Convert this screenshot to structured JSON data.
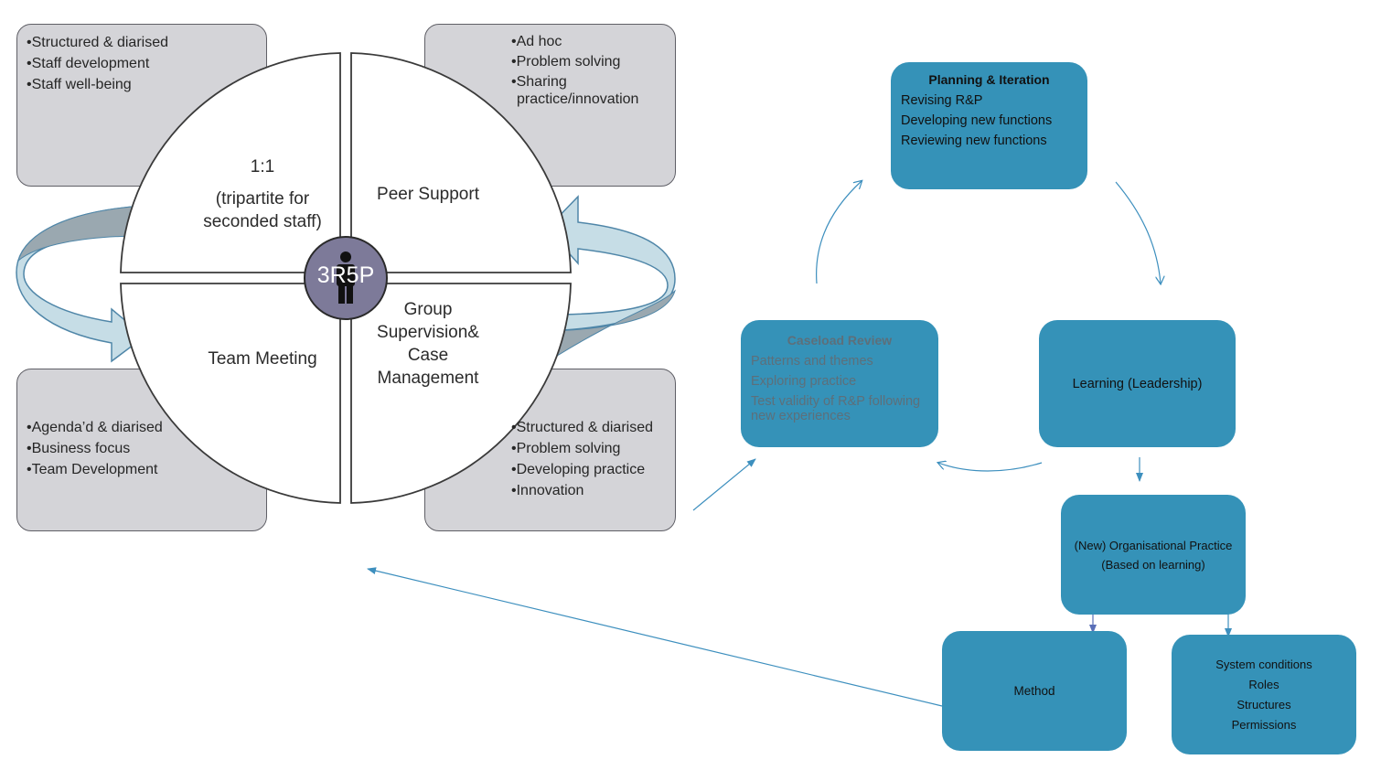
{
  "colors": {
    "grey_box": "#d4d4d8",
    "teal_box": "#3592b8",
    "arrow_line": "#3d8fbe",
    "center_circle": "#7d7a99",
    "curved_arrow_fill": "#c6dde6"
  },
  "top_left_box": {
    "items": [
      "•Structured & diarised",
      "•Staff development",
      "•Staff well-being"
    ]
  },
  "top_right_box": {
    "items": [
      "•Ad hoc",
      "•Problem solving",
      "•Sharing",
      "practice/innovation"
    ]
  },
  "bottom_left_box": {
    "items": [
      "•Agenda’d & diarised",
      "•Business focus",
      "•Team Development"
    ]
  },
  "bottom_right_box": {
    "items": [
      "•Structured & diarised",
      "•Problem solving",
      "•Developing practice",
      "•Innovation"
    ]
  },
  "quadrants": {
    "one_to_one": {
      "title": "1:1",
      "sub1": "(tripartite for",
      "sub2": "seconded staff)"
    },
    "peer_support": {
      "title": "Peer Support"
    },
    "team_meeting": {
      "title": "Team Meeting"
    },
    "group_supervision": {
      "line1": "Group",
      "line2": "Supervision&",
      "line3": "Case",
      "line4": "Management"
    }
  },
  "center": {
    "label": "3R5P",
    "icon": "person-icon"
  },
  "cycle": {
    "planning": {
      "title": "Planning & Iteration",
      "items": [
        "Revising R&P",
        "Developing new functions",
        "Reviewing new functions"
      ]
    },
    "caseload": {
      "title": "Caseload Review",
      "items": [
        "Patterns and themes",
        "Exploring practice",
        "Test validity of R&P following",
        "new experiences"
      ]
    },
    "learning": {
      "title": "Learning (Leadership)"
    },
    "org_practice": {
      "line1": "(New) Organisational Practice",
      "line2": "(Based on learning)"
    },
    "method": {
      "title": "Method"
    },
    "system": {
      "items": [
        "System conditions",
        "Roles",
        "Structures",
        "Permissions"
      ]
    }
  }
}
